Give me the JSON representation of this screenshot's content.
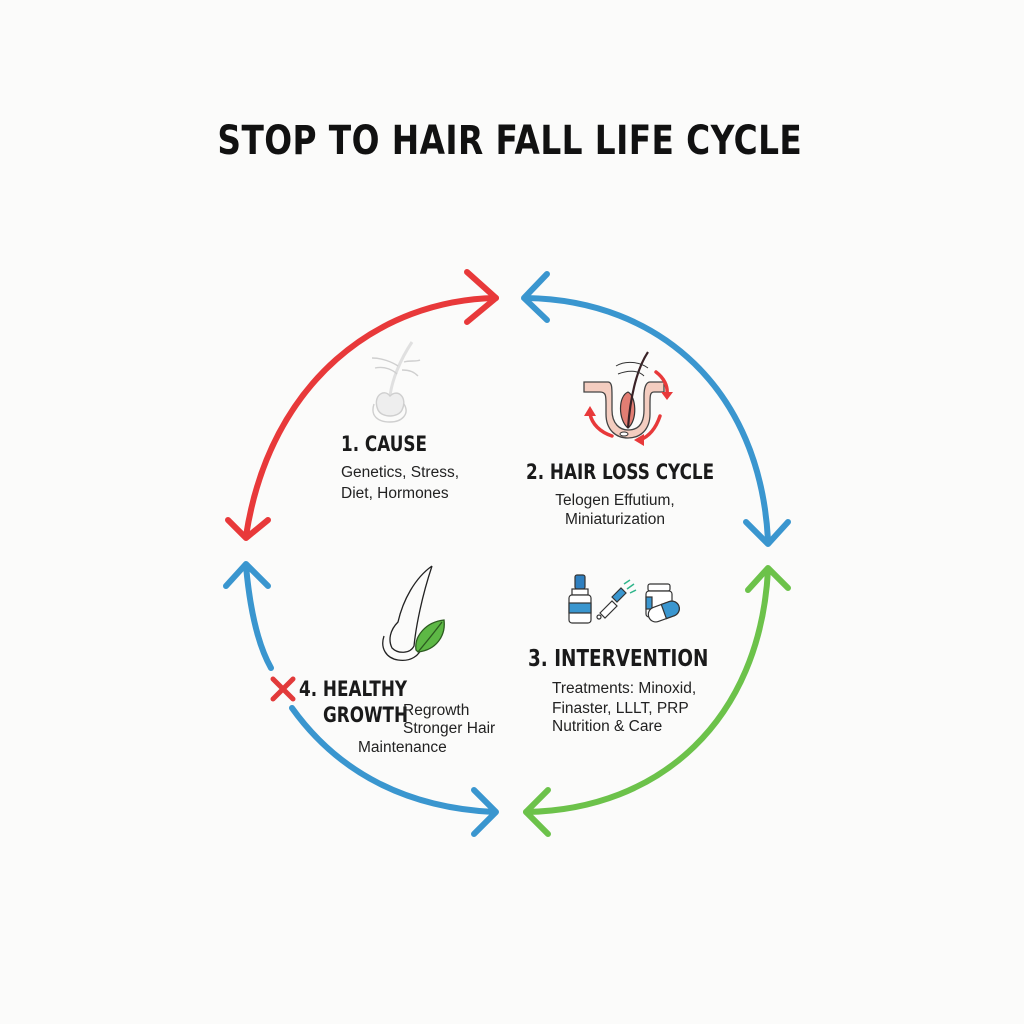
{
  "title": "STOP TO HAIR FALL LIFE CYCLE",
  "colors": {
    "cause_arrow": "#e8393a",
    "loss_arrow": "#3a96cf",
    "intervention_arrow": "#6cc24a",
    "growth_arrow": "#3a96cf",
    "broken_mark": "#e23a3a"
  },
  "stages": [
    {
      "heading": "1. CAUSE",
      "lines": [
        "Genetics, Stress,",
        "Diet, Hormones"
      ],
      "icon": "hair-follicle-icon"
    },
    {
      "heading": "2. HAIR LOSS CYCLE",
      "lines": [
        "Telogen Effutium,",
        "Miniaturization"
      ],
      "icon": "follicle-cycle-icon"
    },
    {
      "heading": "3. INTERVENTION",
      "lines": [
        "Treatments: Minoxid,",
        "Finaster, LLLT, PRP",
        "Nutrition & Care"
      ],
      "icon": "treatment-icons"
    },
    {
      "heading_line1": "4. HEALTHY",
      "heading_line2": "GROWTH",
      "lines": [
        "Regrowth",
        "Stronger Hair",
        "Maintenance"
      ],
      "icon": "hair-leaf-icon"
    }
  ]
}
